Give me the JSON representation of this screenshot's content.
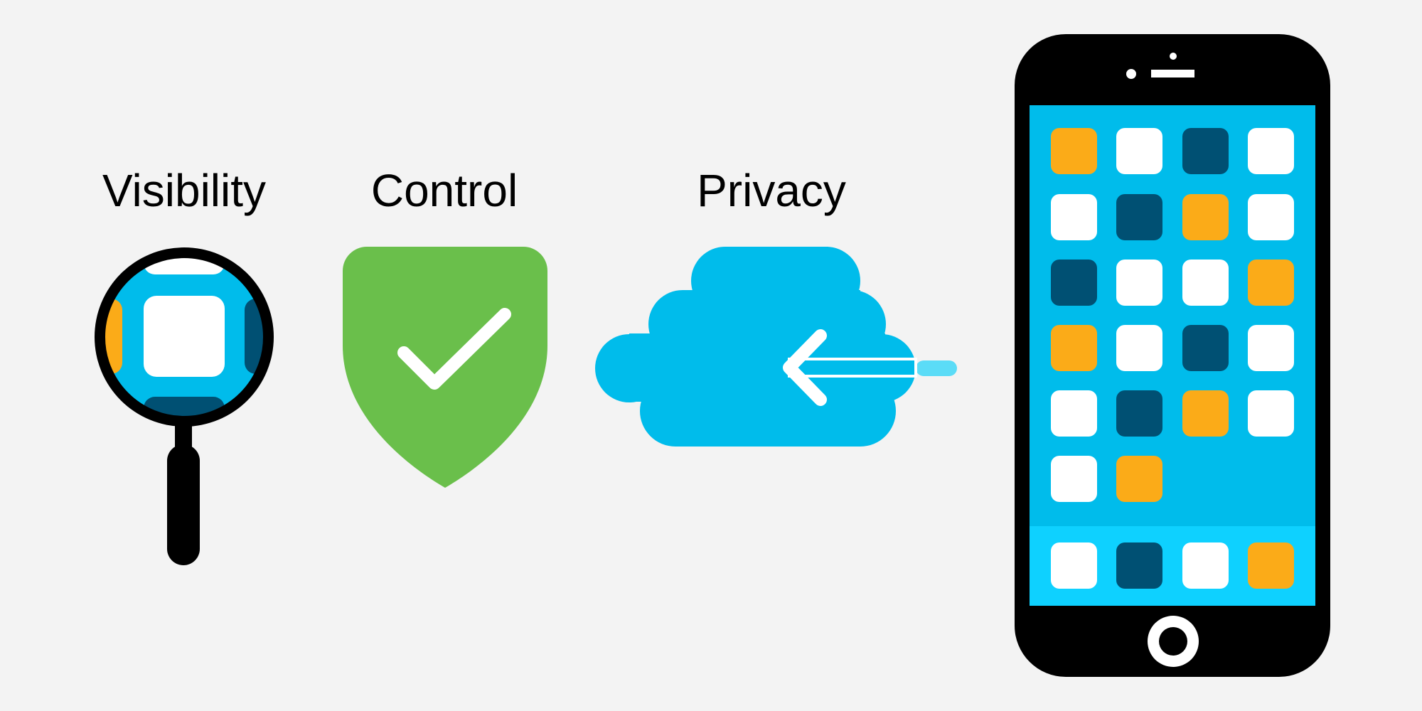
{
  "labels": {
    "visibility": "Visibility",
    "control": "Control",
    "privacy": "Privacy"
  },
  "icons": {
    "magnifier": "magnifying-glass-icon",
    "shield": "shield-check-icon",
    "cloud": "cloud-arrow-icon",
    "phone": "smartphone-icon"
  },
  "colors": {
    "background": "#f3f3f3",
    "black": "#000000",
    "blue": "#00bceb",
    "light_blue": "#0ed1ff",
    "arrow_tail": "#5bdcf7",
    "dark_blue": "#005073",
    "orange": "#fbab18",
    "green": "#6abf4b",
    "white": "#ffffff"
  },
  "phone": {
    "app_grid": [
      [
        "orange",
        "white",
        "dark",
        "white"
      ],
      [
        "white",
        "dark",
        "orange",
        "white"
      ],
      [
        "dark",
        "white",
        "white",
        "orange"
      ],
      [
        "orange",
        "white",
        "dark",
        "white"
      ],
      [
        "white",
        "dark",
        "orange",
        "white"
      ],
      [
        "white",
        "orange"
      ]
    ],
    "dock": [
      "white",
      "dark",
      "white",
      "orange"
    ]
  }
}
